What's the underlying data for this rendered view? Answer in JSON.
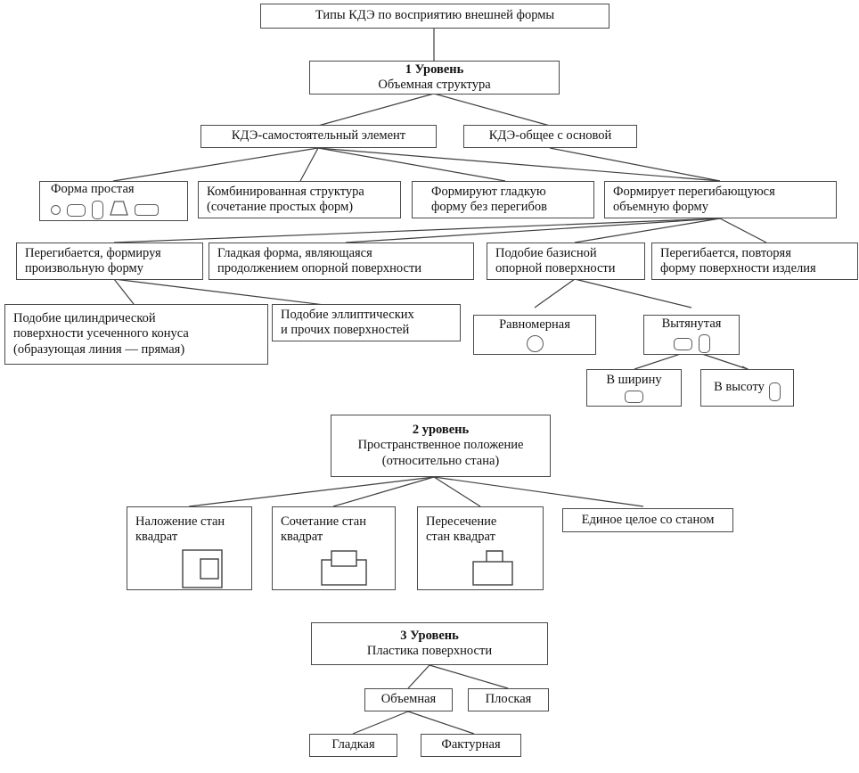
{
  "title": "Типы КДЭ по восприятию внешней формы",
  "nodes": {
    "root": {
      "label": "Типы КДЭ по восприятию внешней формы"
    },
    "level1": {
      "title": "1 Уровень",
      "subtitle": "Объемная структура"
    },
    "kde_independent": {
      "label": "КДЭ-самостоятельный элемент"
    },
    "kde_common": {
      "label": "КДЭ-общее с основой"
    },
    "simple_form": {
      "label": "Форма простая",
      "icons": [
        "circle",
        "horizontal-capsule",
        "vertical-capsule",
        "trapezoid",
        "wide-capsule"
      ]
    },
    "combined": {
      "line1": "Комбинированная структура",
      "line2": "(сочетание простых форм)"
    },
    "smooth_noflex": {
      "line1": "Формируют гладкую",
      "line2": "форму без перегибов"
    },
    "forms_flexing": {
      "line1": "Формирует перегибающуюся",
      "line2": "объемную форму"
    },
    "arbitrary": {
      "line1": "Перегибается, формируя",
      "line2": "произвольную форму"
    },
    "smooth_cont": {
      "line1": "Гладкая форма, являющаяся",
      "line2": "продолжением опорной поверхности"
    },
    "basic_similar": {
      "line1": "Подобие базисной",
      "line2": "опорной поверхности"
    },
    "repeat_product": {
      "line1": "Перегибается, повторяя",
      "line2": "форму поверхности изделия"
    },
    "cyl_cone": {
      "line1": "Подобие цилиндрической",
      "line2": "поверхности усеченного конуса",
      "line3": "(образующая линия — прямая)"
    },
    "elliptic": {
      "line1": "Подобие эллиптических",
      "line2": "и прочих поверхностей"
    },
    "uniform": {
      "label": "Равномерная",
      "icons": [
        "large-circle"
      ]
    },
    "elongated": {
      "label": "Вытянутая",
      "icons": [
        "horizontal-capsule",
        "vertical-capsule"
      ]
    },
    "in_width": {
      "label": "В ширину",
      "icons": [
        "horizontal-capsule"
      ]
    },
    "in_height": {
      "label": "В высоту",
      "icons": [
        "vertical-capsule"
      ]
    },
    "level2": {
      "title": "2 уровень",
      "subtitle1": "Пространственное положение",
      "subtitle2": "(относительно стана)"
    },
    "overlay": {
      "line1": "Наложение стан",
      "line2": "квадрат",
      "glyph": "square-inside-rectangle-icon"
    },
    "combination": {
      "line1": "Сочетание стан",
      "line2": "квадрат",
      "glyph": "rectangle-straddling-rectangle-icon"
    },
    "intersection": {
      "line1": "Пересечение",
      "line2": "стан квадрат",
      "glyph": "rectangle-on-top-rectangle-icon"
    },
    "single_whole": {
      "label": "Единое целое со станом"
    },
    "level3": {
      "title": "3 Уровень",
      "subtitle": "Пластика поверхности"
    },
    "volumetric": {
      "label": "Объемная"
    },
    "flat": {
      "label": "Плоская"
    },
    "smooth3": {
      "label": "Гладкая"
    },
    "textured": {
      "label": "Фактурная"
    }
  },
  "style": {
    "border_color": "#4a4a4a",
    "edge_color": "#3f3f3f",
    "background": "#ffffff",
    "text_color": "#111111"
  }
}
